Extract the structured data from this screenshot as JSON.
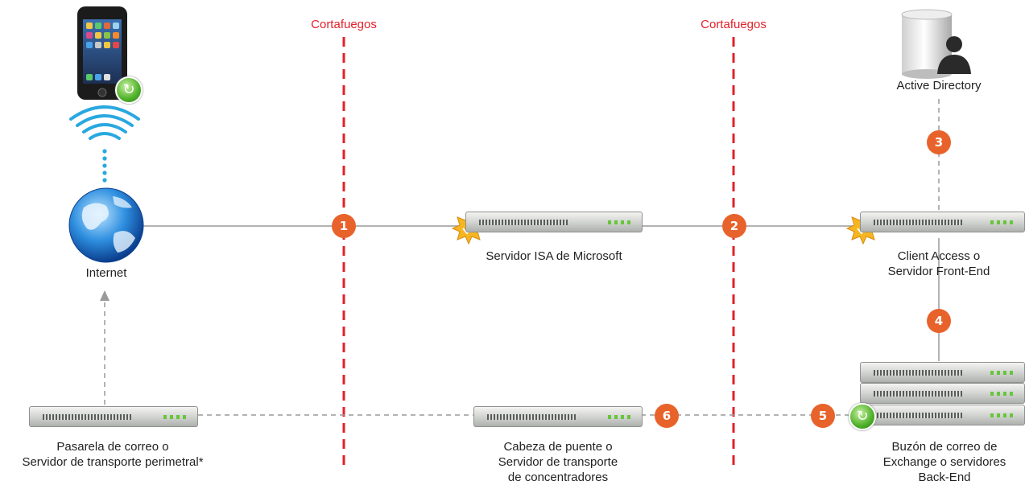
{
  "firewall_label": "Cortafuegos",
  "nodes": {
    "internet": "Internet",
    "isa": "Servidor ISA de Microsoft",
    "active_directory": "Active Directory",
    "client_access": [
      "Client Access o",
      "Servidor Front-End"
    ],
    "mail_gateway": [
      "Pasarela de correo o",
      "Servidor de transporte perimetral*"
    ],
    "bridgehead": [
      "Cabeza de puente o",
      "Servidor de transporte",
      "de concentradores"
    ],
    "mailbox": [
      "Buzón de correo de",
      "Exchange o servidores",
      "Back-End"
    ]
  },
  "steps": [
    "1",
    "2",
    "3",
    "4",
    "5",
    "6"
  ],
  "colors": {
    "firewall": "#e3202a",
    "step_badge": "#e8632b",
    "wifi": "#29a8e0"
  },
  "icons": [
    "iphone-icon",
    "wifi-icon",
    "globe-icon",
    "server-icon",
    "certificate-icon",
    "sync-icon",
    "directory-icon"
  ]
}
